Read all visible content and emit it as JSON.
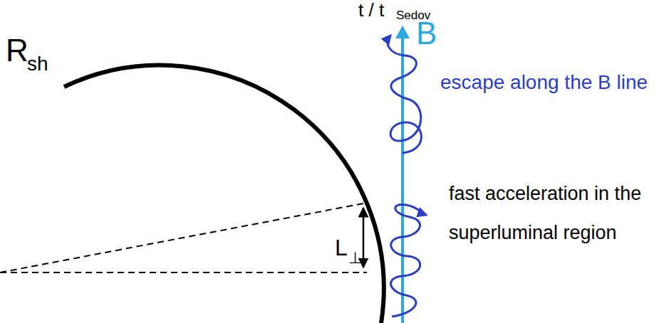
{
  "diagram": {
    "labels": [
      "t / t",
      "Sedov",
      "B",
      "R",
      "sh",
      "escape along the B line",
      "fast acceleration in the superluminal region",
      "L",
      "⊥"
    ]
  }
}
